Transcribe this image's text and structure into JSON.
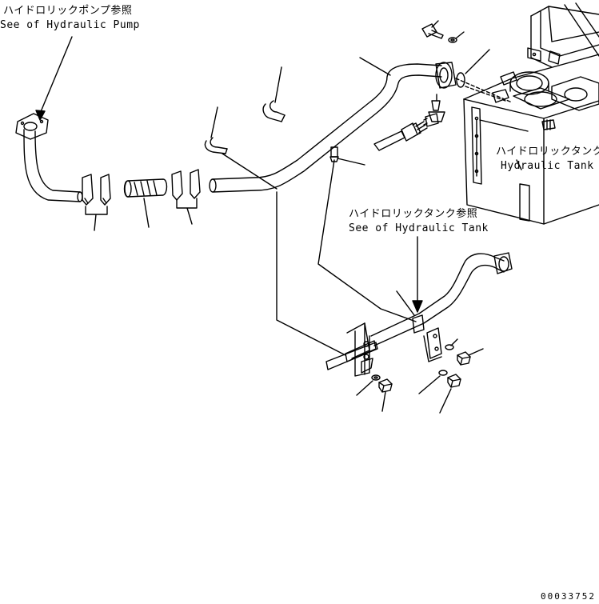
{
  "callouts": {
    "pump": {
      "ja": "ハイドロリックポンプ参照",
      "en": "See of Hydraulic Pump"
    },
    "tank_ref": {
      "ja": "ハイドロリックタンク参照",
      "en": "See of Hydraulic Tank"
    },
    "tank_label": {
      "ja": "ハイドロリックタンク",
      "en": "Hydraulic Tank"
    }
  },
  "drawing_number": "00033752"
}
